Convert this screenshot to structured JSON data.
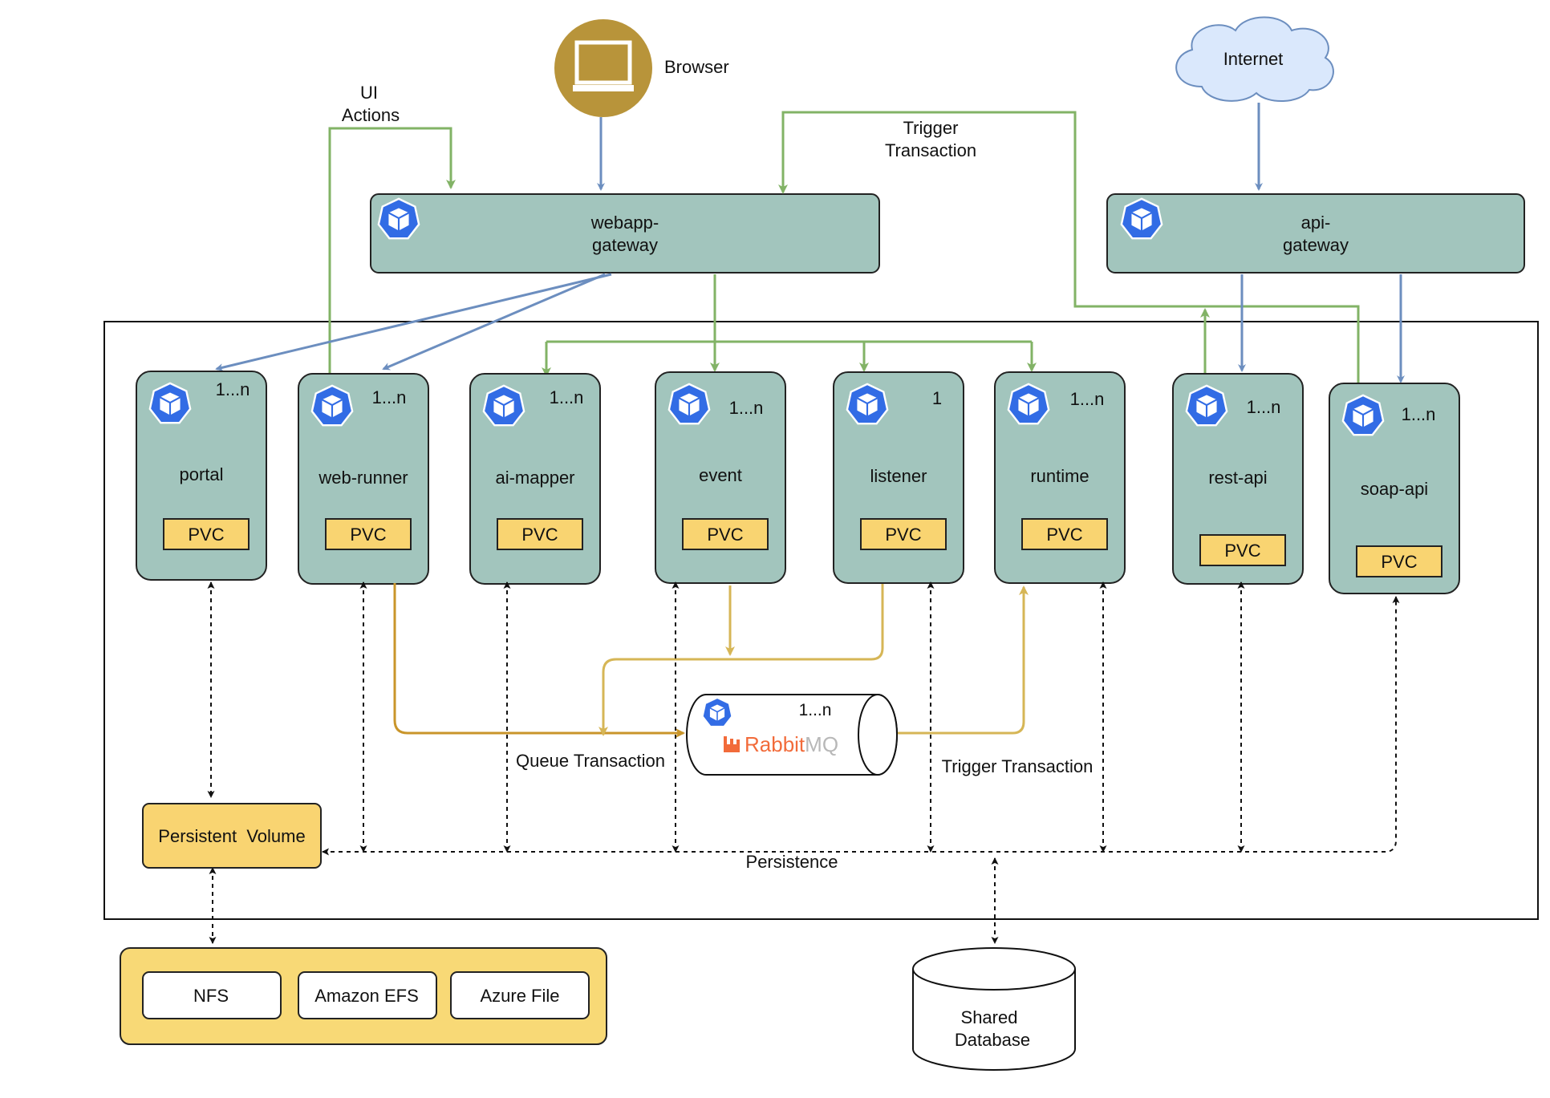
{
  "colors": {
    "teal_fill": "#a2c5bd",
    "teal_stroke": "#222222",
    "pvc_fill": "#f9d471",
    "storage_fill": "#f8d976",
    "k8s_blue": "#326ce5",
    "green_line": "#82b366",
    "blue_line": "#6c8ebf",
    "gold_line": "#d6a930",
    "browser_gold": "#b8943a"
  },
  "icons": {
    "browser": "monitor-icon",
    "internet": "cloud-icon",
    "k8s": "kubernetes-pod-icon",
    "rabbitmq": "rabbitmq-logo"
  },
  "browser": {
    "label": "Browser"
  },
  "internet": {
    "label": "Internet"
  },
  "gateways": {
    "webapp": {
      "line1": "webapp-",
      "line2": "gateway"
    },
    "api": {
      "line1": "api-",
      "line2": "gateway"
    }
  },
  "edge_labels": {
    "ui_actions_1": "UI",
    "ui_actions_2": "Actions",
    "trigger_top_1": "Trigger",
    "trigger_top_2": "Transaction",
    "queue_transaction": "Queue Transaction",
    "trigger_transaction": "Trigger Transaction",
    "persistence": "Persistence"
  },
  "services": [
    {
      "name": "portal",
      "replicas": "1...n",
      "pvc": "PVC"
    },
    {
      "name": "web-runner",
      "replicas": "1...n",
      "pvc": "PVC"
    },
    {
      "name": "ai-mapper",
      "replicas": "1...n",
      "pvc": "PVC"
    },
    {
      "name": "event",
      "replicas": "1...n",
      "pvc": "PVC"
    },
    {
      "name": "listener",
      "replicas": "1",
      "pvc": "PVC"
    },
    {
      "name": "runtime",
      "replicas": "1...n",
      "pvc": "PVC"
    },
    {
      "name": "rest-api",
      "replicas": "1...n",
      "pvc": "PVC"
    },
    {
      "name": "soap-api",
      "replicas": "1...n",
      "pvc": "PVC"
    }
  ],
  "rabbitmq": {
    "replicas": "1...n",
    "logo_rabbit": "Rabbit",
    "logo_mq": "MQ"
  },
  "persistent_volume": {
    "label": "Persistent  Volume"
  },
  "storage_options": [
    "NFS",
    "Amazon EFS",
    "Azure File"
  ],
  "database": {
    "line1": "Shared",
    "line2": "Database"
  }
}
